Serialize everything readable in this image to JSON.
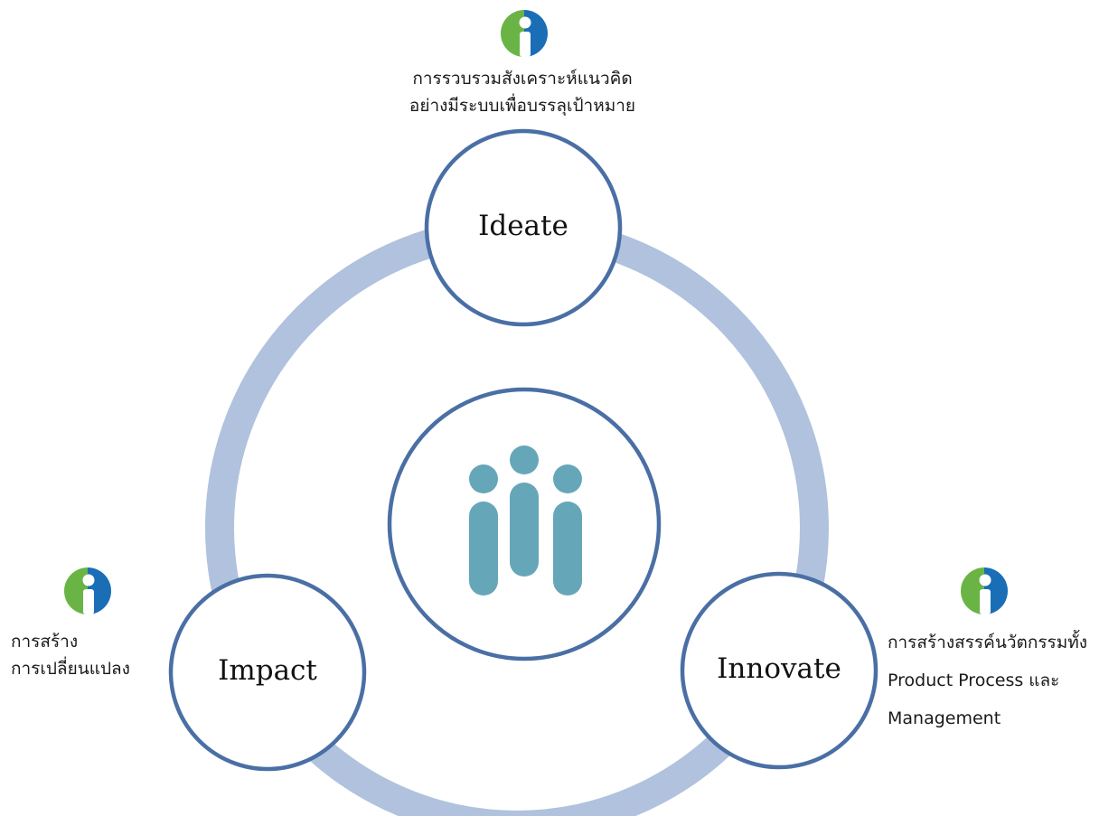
{
  "colors": {
    "ring": "#b0c2dd",
    "node_stroke": "#4a6fa5",
    "logo_figure": "#66a6b9",
    "badge_green": "#6ab446",
    "badge_blue": "#1a6eb6"
  },
  "icons": {
    "center": "people-logo-icon",
    "badge": "info-i-icon"
  },
  "nodes": {
    "ideate": {
      "label": "Ideate"
    },
    "impact": {
      "label": "Impact"
    },
    "innovate": {
      "label": "Innovate"
    }
  },
  "captions": {
    "ideate": [
      "การรวบรวมสังเคราะห์แนวคิด",
      "อย่างมีระบบเพื่อบรรลุเป้าหมาย"
    ],
    "impact": [
      "การสร้าง",
      "การเปลี่ยนแปลง"
    ],
    "innovate": [
      "การสร้างสรรค์นวัตกรรมทั้ง",
      "Product Process และ",
      "Management"
    ]
  }
}
